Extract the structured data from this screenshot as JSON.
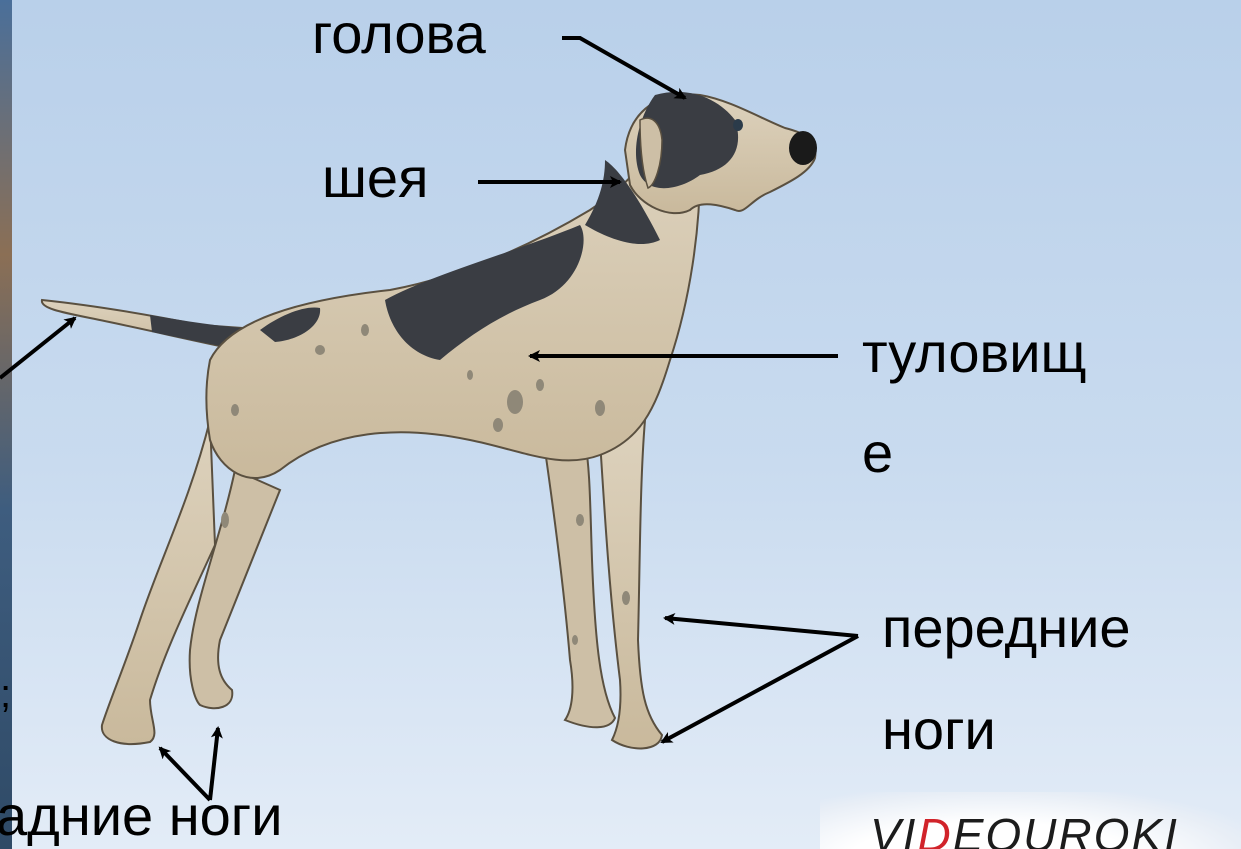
{
  "labels": {
    "head": "голова",
    "neck": "шея",
    "body_line1": "туловищ",
    "body_line2": "е",
    "front_legs_line1": "передние",
    "front_legs_line2": "ноги",
    "hind_legs": "адние ноги",
    "left_fragment": ";"
  },
  "logo": {
    "prefix": "VI",
    "highlight": "D",
    "suffix": "EOUROKI"
  },
  "colors": {
    "background_top": "#b9d0ea",
    "background_bottom": "#e3ecf7",
    "dog_fur": "#d9ccb4",
    "dog_patches": "#3a3d43",
    "arrow": "#000000",
    "logo_accent": "#d1232a"
  }
}
